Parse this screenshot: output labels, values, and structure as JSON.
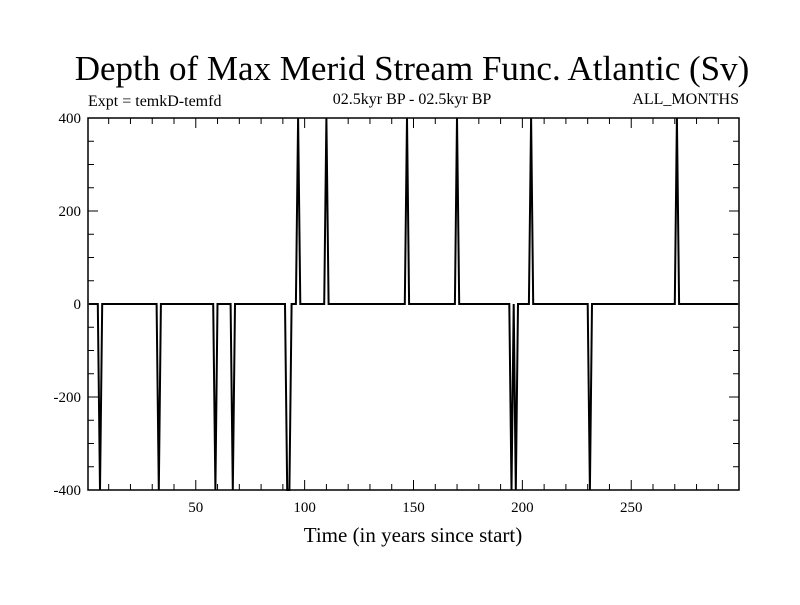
{
  "chart_data": {
    "type": "line",
    "title": "Depth of Max Merid Stream Func. Atlantic (Sv)",
    "subtitle_left": "Expt = temkD-temfd",
    "subtitle_center": "02.5kyr BP - 02.5kyr BP",
    "subtitle_right": "ALL_MONTHS",
    "xlabel": "Time (in years since start)",
    "ylabel": "",
    "xlim": [
      0.5,
      299.5
    ],
    "ylim": [
      -400,
      400
    ],
    "xticks": [
      50,
      100,
      150,
      200,
      250
    ],
    "xtick_labels": [
      "50",
      "100",
      "150",
      "200",
      "250"
    ],
    "yticks": [
      -400,
      -200,
      0,
      200,
      400
    ],
    "ytick_labels": [
      "-400",
      "-200",
      "0",
      "200",
      "400"
    ],
    "grid": false,
    "series": [
      {
        "name": "depth",
        "color": "#000000",
        "points": [
          [
            1,
            0
          ],
          [
            5,
            0
          ],
          [
            6,
            -400
          ],
          [
            7,
            0
          ],
          [
            32,
            0
          ],
          [
            33,
            -400
          ],
          [
            34,
            0
          ],
          [
            58,
            0
          ],
          [
            59,
            -400
          ],
          [
            60,
            0
          ],
          [
            66,
            0
          ],
          [
            67,
            -400
          ],
          [
            68,
            0
          ],
          [
            91,
            0
          ],
          [
            92,
            -400
          ],
          [
            93,
            -400
          ],
          [
            94,
            0
          ],
          [
            96,
            0
          ],
          [
            97,
            400
          ],
          [
            98,
            0
          ],
          [
            109,
            0
          ],
          [
            110,
            400
          ],
          [
            111,
            0
          ],
          [
            146,
            0
          ],
          [
            147,
            400
          ],
          [
            148,
            0
          ],
          [
            169,
            0
          ],
          [
            170,
            400
          ],
          [
            171,
            0
          ],
          [
            194,
            0
          ],
          [
            195,
            -400
          ],
          [
            196,
            0
          ],
          [
            197,
            -400
          ],
          [
            198,
            0
          ],
          [
            203,
            0
          ],
          [
            204,
            400
          ],
          [
            205,
            0
          ],
          [
            230,
            0
          ],
          [
            231,
            -400
          ],
          [
            232,
            0
          ],
          [
            270,
            0
          ],
          [
            271,
            400
          ],
          [
            272,
            0
          ],
          [
            299,
            0
          ]
        ]
      }
    ]
  }
}
